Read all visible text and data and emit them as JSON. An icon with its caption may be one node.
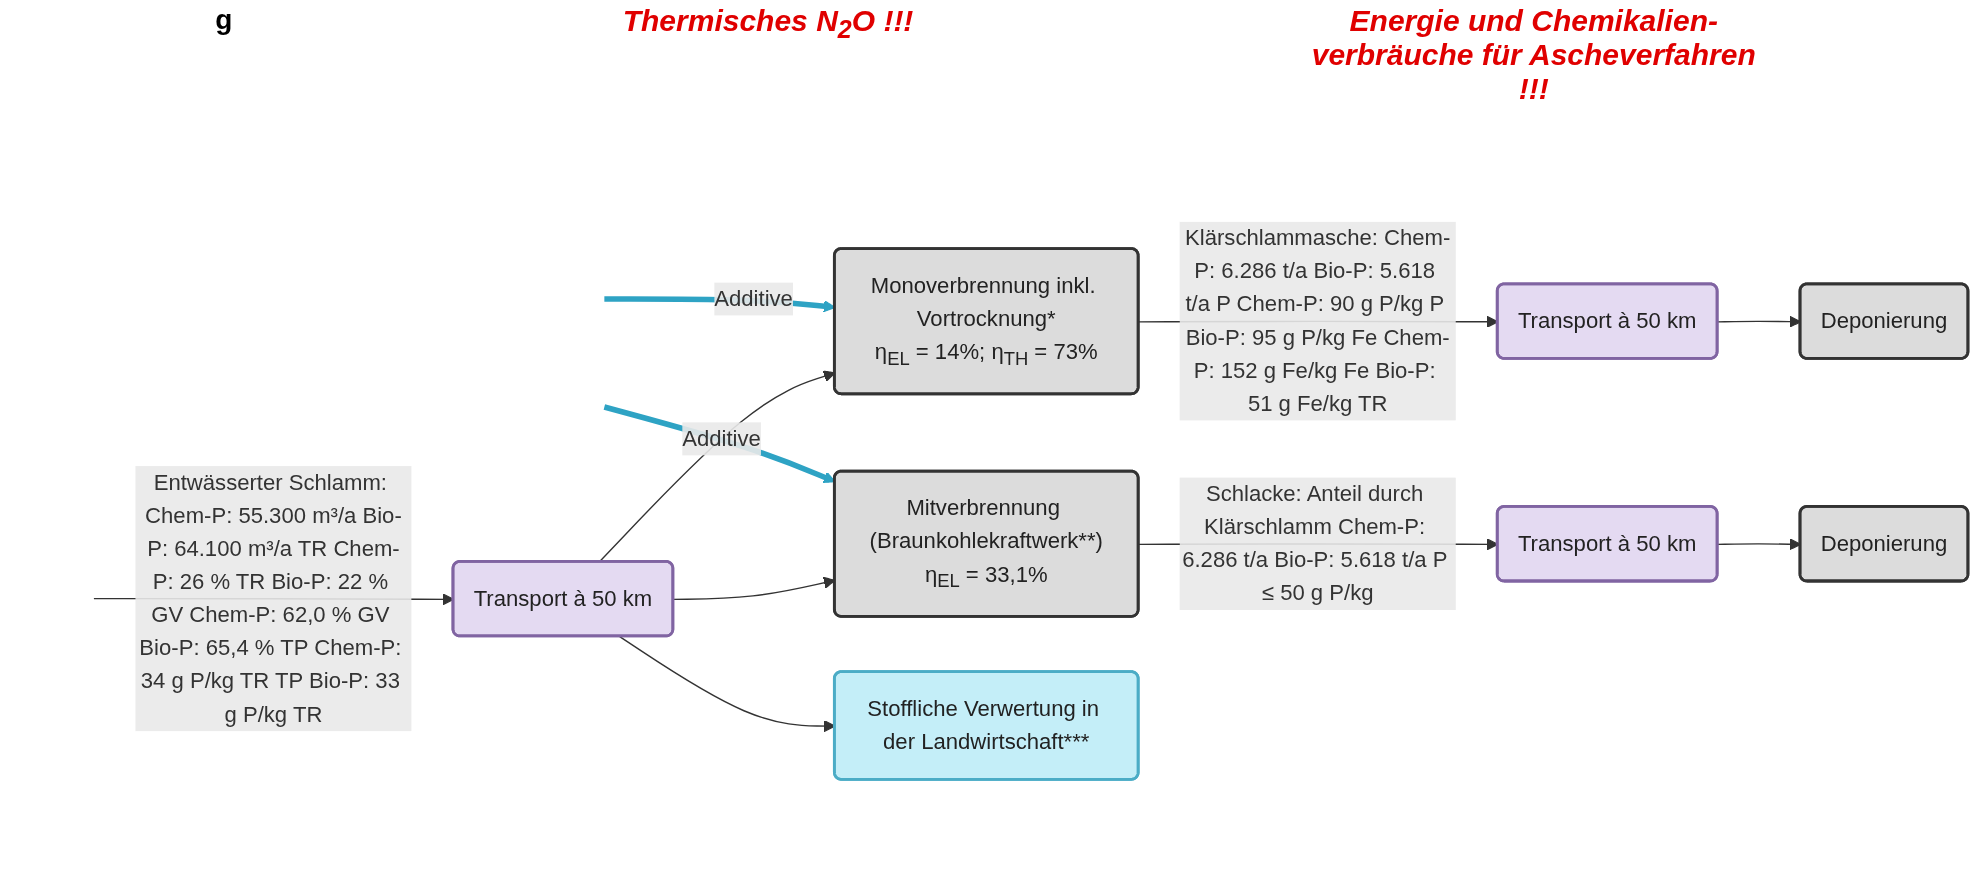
{
  "diagram": {
    "nodes": [
      {
        "text": [
          "Transport à 50 km"
        ]
      },
      {
        "text": [
          "Monoverbrennung inkl. Vortrocknung*",
          "η$_{EL}$ = 14%; η$_{TH}$ = 73%"
        ]
      },
      {
        "text": [
          "Mitverbrennung (Braunkohlekraftwerk**)",
          "η$_{EL}$ = 33,1%"
        ]
      },
      {
        "text": [
          "Stoffliche Verwertung in der Landwirtschaft***"
        ]
      },
      {
        "text": [
          "Transport à 50 km"
        ]
      },
      {
        "text": [
          "Deponierung"
        ]
      },
      {
        "text": [
          "Transport à 50 km"
        ]
      },
      {
        "text": [
          "Deponierung"
        ]
      }
    ],
    "edges": [
      {
        "from": null,
        "to": 0,
        "arrow": "to",
        "label": "Entwässerter Schlamm: Chem-P: 55.300 m³/a Bio-P: 64.100 m³/a TR Chem-P: 26 % TR Bio-P: 22 % GV Chem-P: 62,0 % GV Bio-P: 65,4 % TP Chem-P: 34 g P/kg TR TP Bio-P: 33 g P/kg TR"
      },
      {
        "from": 0,
        "to": 1,
        "arrow": "to"
      },
      {
        "from": 0,
        "to": 2,
        "arrow": "to"
      },
      {
        "from": 0,
        "to": 3,
        "arrow": "to"
      },
      {
        "from": null,
        "to": 1,
        "arrow": "to",
        "label": "Additive",
        "style": "thick",
        "color": "#2ea3c4"
      },
      {
        "from": 1,
        "to": 4,
        "arrow": "to",
        "label": "Klärschlammasche: Chem-P: 6.286 t/a Bio-P: 5.618 t/a P Chem-P: 90 g P/kg P Bio-P: 95 g P/kg Fe Chem-P: 152 g Fe/kg Fe Bio-P: 51 g Fe/kg TR"
      },
      {
        "from": 4,
        "to": 5,
        "arrow": "to"
      },
      {
        "from": null,
        "to": 2,
        "arrow": "to",
        "label": "Additive",
        "style": "thick",
        "color": "#2ea3c4"
      },
      {
        "from": 2,
        "to": 6,
        "arrow": "to",
        "label": "Schlacke: Anteil durch Klärschlamm Chem-P: 6.286 t/a Bio-P: 5.618 t/a P ≤ 50 g P/kg"
      },
      {
        "from": 6,
        "to": 7,
        "arrow": "to"
      }
    ],
    "labels": [
      "g",
      "Thermisches N$_{2}$O !!!",
      "Energie und Chemikalien-verbräuche für Ascheverfahren !!!"
    ]
  }
}
